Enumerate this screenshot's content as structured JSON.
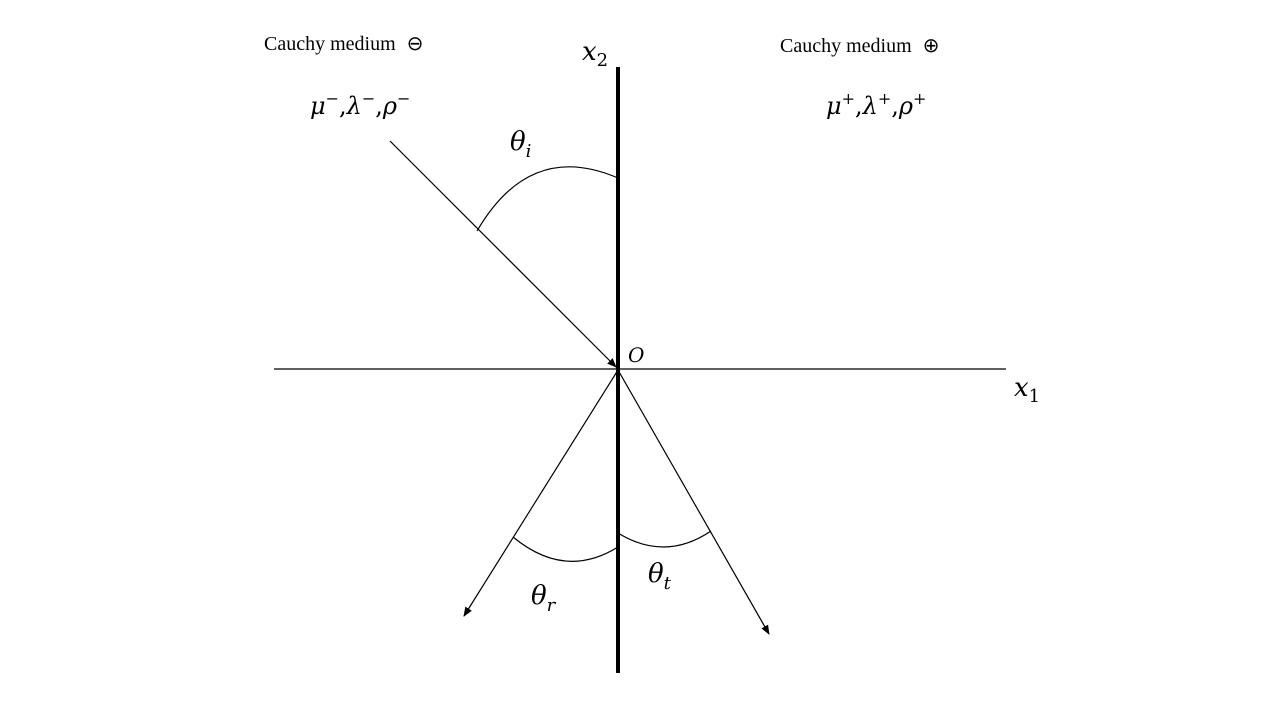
{
  "diagram": {
    "left_medium": {
      "label": "Cauchy medium",
      "symbol": "⊖",
      "params": [
        {
          "base": "μ",
          "sup": "−"
        },
        {
          "base": "λ",
          "sup": "−"
        },
        {
          "base": "ρ",
          "sup": "−"
        }
      ]
    },
    "right_medium": {
      "label": "Cauchy medium",
      "symbol": "⊕",
      "params": [
        {
          "base": "μ",
          "sup": "+"
        },
        {
          "base": "λ",
          "sup": "+"
        },
        {
          "base": "ρ",
          "sup": "+"
        }
      ]
    },
    "axes": {
      "vertical": {
        "base": "x",
        "sub": "2"
      },
      "horizontal": {
        "base": "x",
        "sub": "1"
      },
      "origin": "O"
    },
    "angles": {
      "incident": {
        "base": "θ",
        "sub": "i"
      },
      "reflected": {
        "base": "θ",
        "sub": "r"
      },
      "transmitted": {
        "base": "θ",
        "sub": "t"
      }
    },
    "separator": ","
  }
}
